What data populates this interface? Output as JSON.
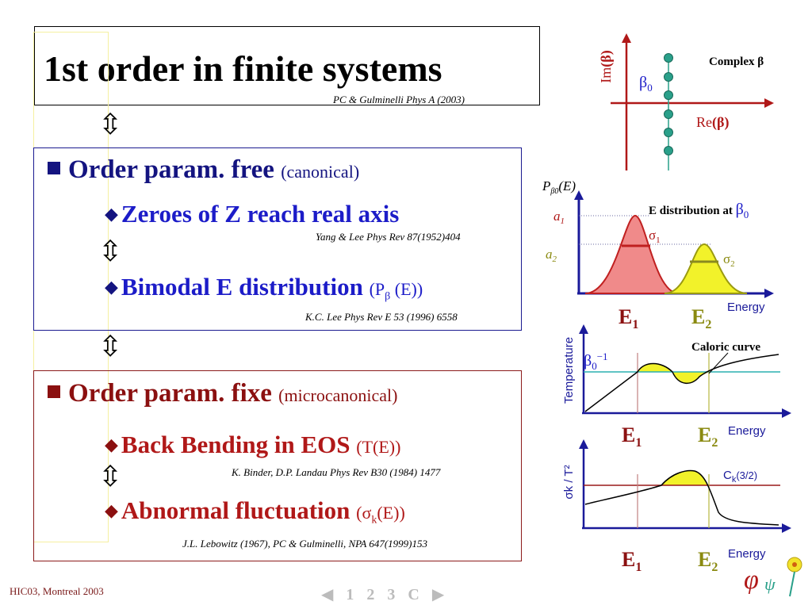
{
  "title": "1st order in finite systems",
  "title_cite": "PC & Gulminelli Phys A (2003)",
  "arrow_glyph": "⇳",
  "diamond_glyph": "◆",
  "block1": {
    "heading": "Order param. free",
    "heading_sub": "(canonical)",
    "item1": {
      "label": "Zeroes of Z reach real axis",
      "cite": "Yang & Lee Phys Rev 87(1952)404"
    },
    "item2": {
      "label": "Bimodal E distribution",
      "sub_pre": "(P",
      "sub_sym": "β",
      "sub_post": " (E))",
      "cite": "K.C. Lee Phys Rev E 53 (1996) 6558"
    }
  },
  "block2": {
    "heading": "Order param. fixe",
    "heading_sub": "(microcanonical)",
    "item1": {
      "label": "Back Bending in EOS",
      "sub": "(T(E))",
      "cite": "K. Binder, D.P. Landau Phys Rev B30 (1984) 1477"
    },
    "item2": {
      "label": "Abnormal fluctuation",
      "sub_pre": "(σ",
      "sub_k": "k",
      "sub_post": "(E))",
      "cite": "J.L. Lebowitz (1967), PC & Gulminelli, NPA 647(1999)153"
    }
  },
  "footer": "HIC03, Montreal 2003",
  "nav": {
    "prev": "◀",
    "p1": "1",
    "p2": "2",
    "p3": "3",
    "c": "C",
    "next": "▶"
  },
  "diagrams": {
    "complex": {
      "im_prefix": "Im",
      "im_paren": "(β)",
      "re_prefix": "Re",
      "re_paren": "(β)",
      "beta0": "β",
      "beta0_sub": "0",
      "label": "Complex β",
      "colors": {
        "axis": "#b01818",
        "zeros": "#2aa08a"
      }
    },
    "distribution": {
      "ylabel_p": "P",
      "ylabel_sub": "β0",
      "ylabel_e": "(E)",
      "a1": "a",
      "a1_sub": "1",
      "a2": "a",
      "a2_sub": "2",
      "title": "E distribution at ",
      "title_beta": "β",
      "title_beta_sub": "0",
      "sigma1": "σ",
      "sigma1_sub": "1",
      "sigma2": "σ",
      "sigma2_sub": "2",
      "e1": "E",
      "e1_sub": "1",
      "e2": "E",
      "e2_sub": "2",
      "xlabel": "Energy",
      "colors": {
        "peak1": "#f08a8a",
        "peak2": "#f2f22a",
        "axis": "#1a1a9a"
      }
    },
    "caloric": {
      "ylabel": "Temperature",
      "beta_label": "β",
      "beta_sub": "0",
      "beta_sup": "−1",
      "title": "Caloric curve",
      "e1": "E",
      "e1_sub": "1",
      "e2": "E",
      "e2_sub": "2",
      "xlabel": "Energy",
      "colors": {
        "axis": "#1a1a9a",
        "line": "#2ab0b0",
        "fill": "#f2f22a"
      }
    },
    "fluct": {
      "ylabel": "σk / T²",
      "ck": "C",
      "ck_sub": "k",
      "ck_rest": "(3/2)",
      "e1": "E",
      "e1_sub": "1",
      "e2": "E",
      "e2_sub": "2",
      "xlabel": "Energy",
      "colors": {
        "axis": "#1a1a9a",
        "line": "#9a1a1a",
        "fill": "#f2f22a"
      }
    }
  }
}
